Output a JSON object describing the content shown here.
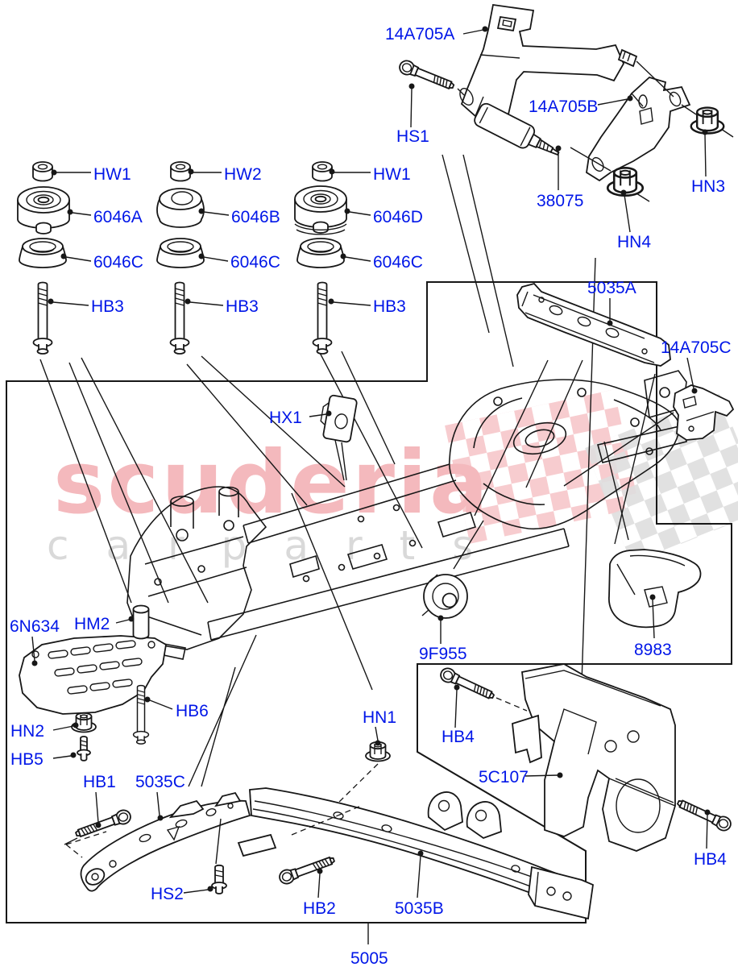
{
  "colors": {
    "label_blue": "#0016e8",
    "line_black": "#171717",
    "watermark_pink": "#f4b9bd",
    "watermark_gray": "#d9d9d9"
  },
  "watermark": {
    "brand": "scuderia",
    "tagline": "carparts"
  },
  "labels": {
    "hw1_a": "HW1",
    "hw2": "HW2",
    "hw1_b": "HW1",
    "b6046a": "6046A",
    "b6046b": "6046B",
    "b6046d": "6046D",
    "c6046c_1": "6046C",
    "c6046c_2": "6046C",
    "c6046c_3": "6046C",
    "hb3_1": "HB3",
    "hb3_2": "HB3",
    "hb3_3": "HB3",
    "a14a705a": "14A705A",
    "hs1": "HS1",
    "a14a705b": "14A705B",
    "n38075": "38075",
    "hn3": "HN3",
    "hn4": "HN4",
    "x5035a": "5035A",
    "a14a705c": "14A705C",
    "hx1": "HX1",
    "n9f955": "9F955",
    "n8983": "8983",
    "n6n634": "6N634",
    "hm2": "HM2",
    "hb6": "HB6",
    "hn2": "HN2",
    "hb5": "HB5",
    "hb1": "HB1",
    "x5035c": "5035C",
    "hs2": "HS2",
    "hn1": "HN1",
    "hb4_a": "HB4",
    "x5c107": "5C107",
    "hb4_b": "HB4",
    "hb2": "HB2",
    "x5035b": "5035B",
    "x5005": "5005"
  }
}
